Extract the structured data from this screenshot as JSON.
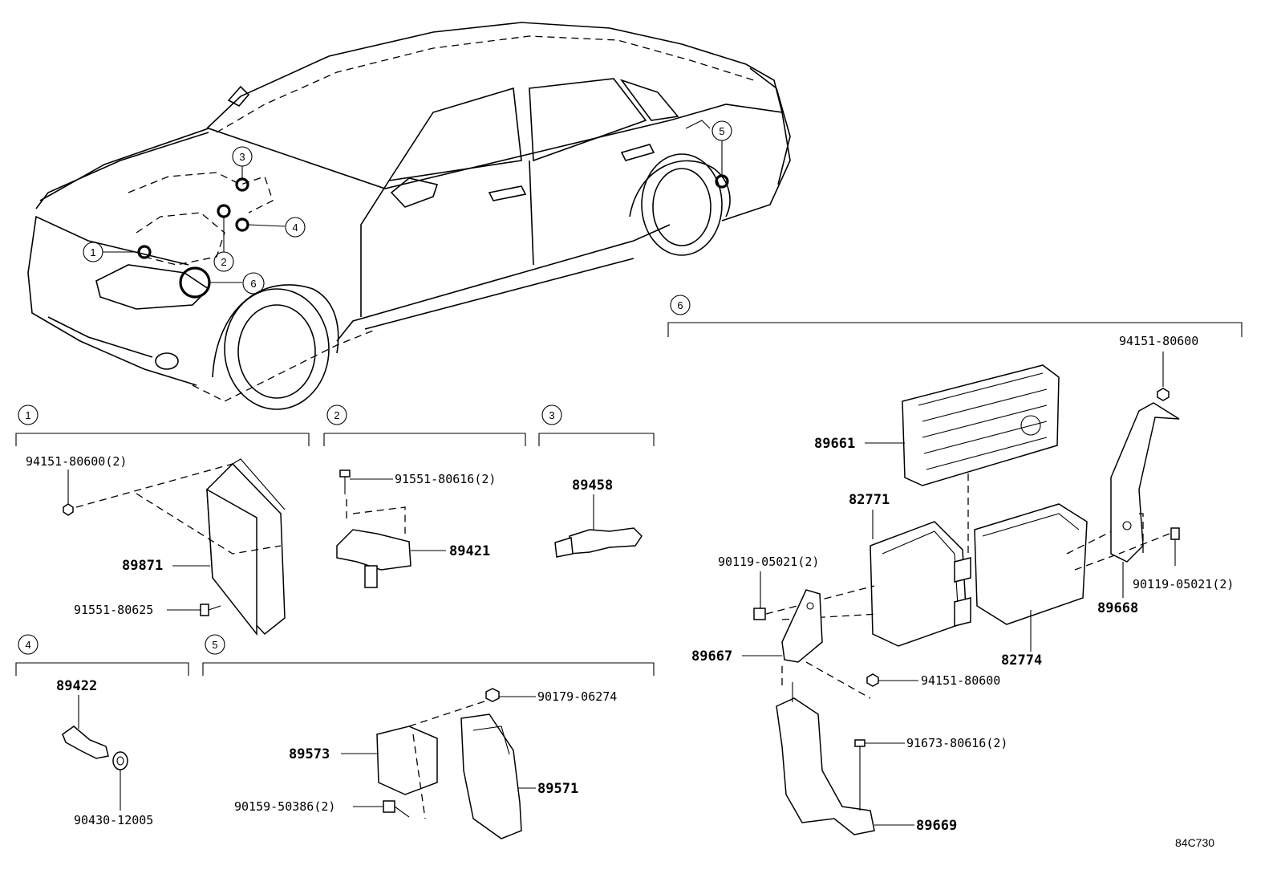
{
  "callouts": [
    "1",
    "2",
    "3",
    "4",
    "5",
    "6"
  ],
  "groups": {
    "g1": {
      "number": "1",
      "parts": [
        "94151-80600(2)",
        "89871",
        "91551-80625"
      ]
    },
    "g2": {
      "number": "2",
      "parts": [
        "91551-80616(2)",
        "89421"
      ]
    },
    "g3": {
      "number": "3",
      "parts": [
        "89458"
      ]
    },
    "g4": {
      "number": "4",
      "parts": [
        "89422",
        "90430-12005"
      ]
    },
    "g5": {
      "number": "5",
      "parts": [
        "90179-06274",
        "89573",
        "89571",
        "90159-50386(2)"
      ]
    },
    "g6": {
      "number": "6",
      "parts": [
        "94151-80600",
        "89661",
        "82771",
        "90119-05021(2)",
        "90119-05021(2)",
        "89668",
        "82774",
        "89667",
        "94151-80600",
        "91673-80616(2)",
        "89669"
      ]
    }
  },
  "reference": "84C730"
}
